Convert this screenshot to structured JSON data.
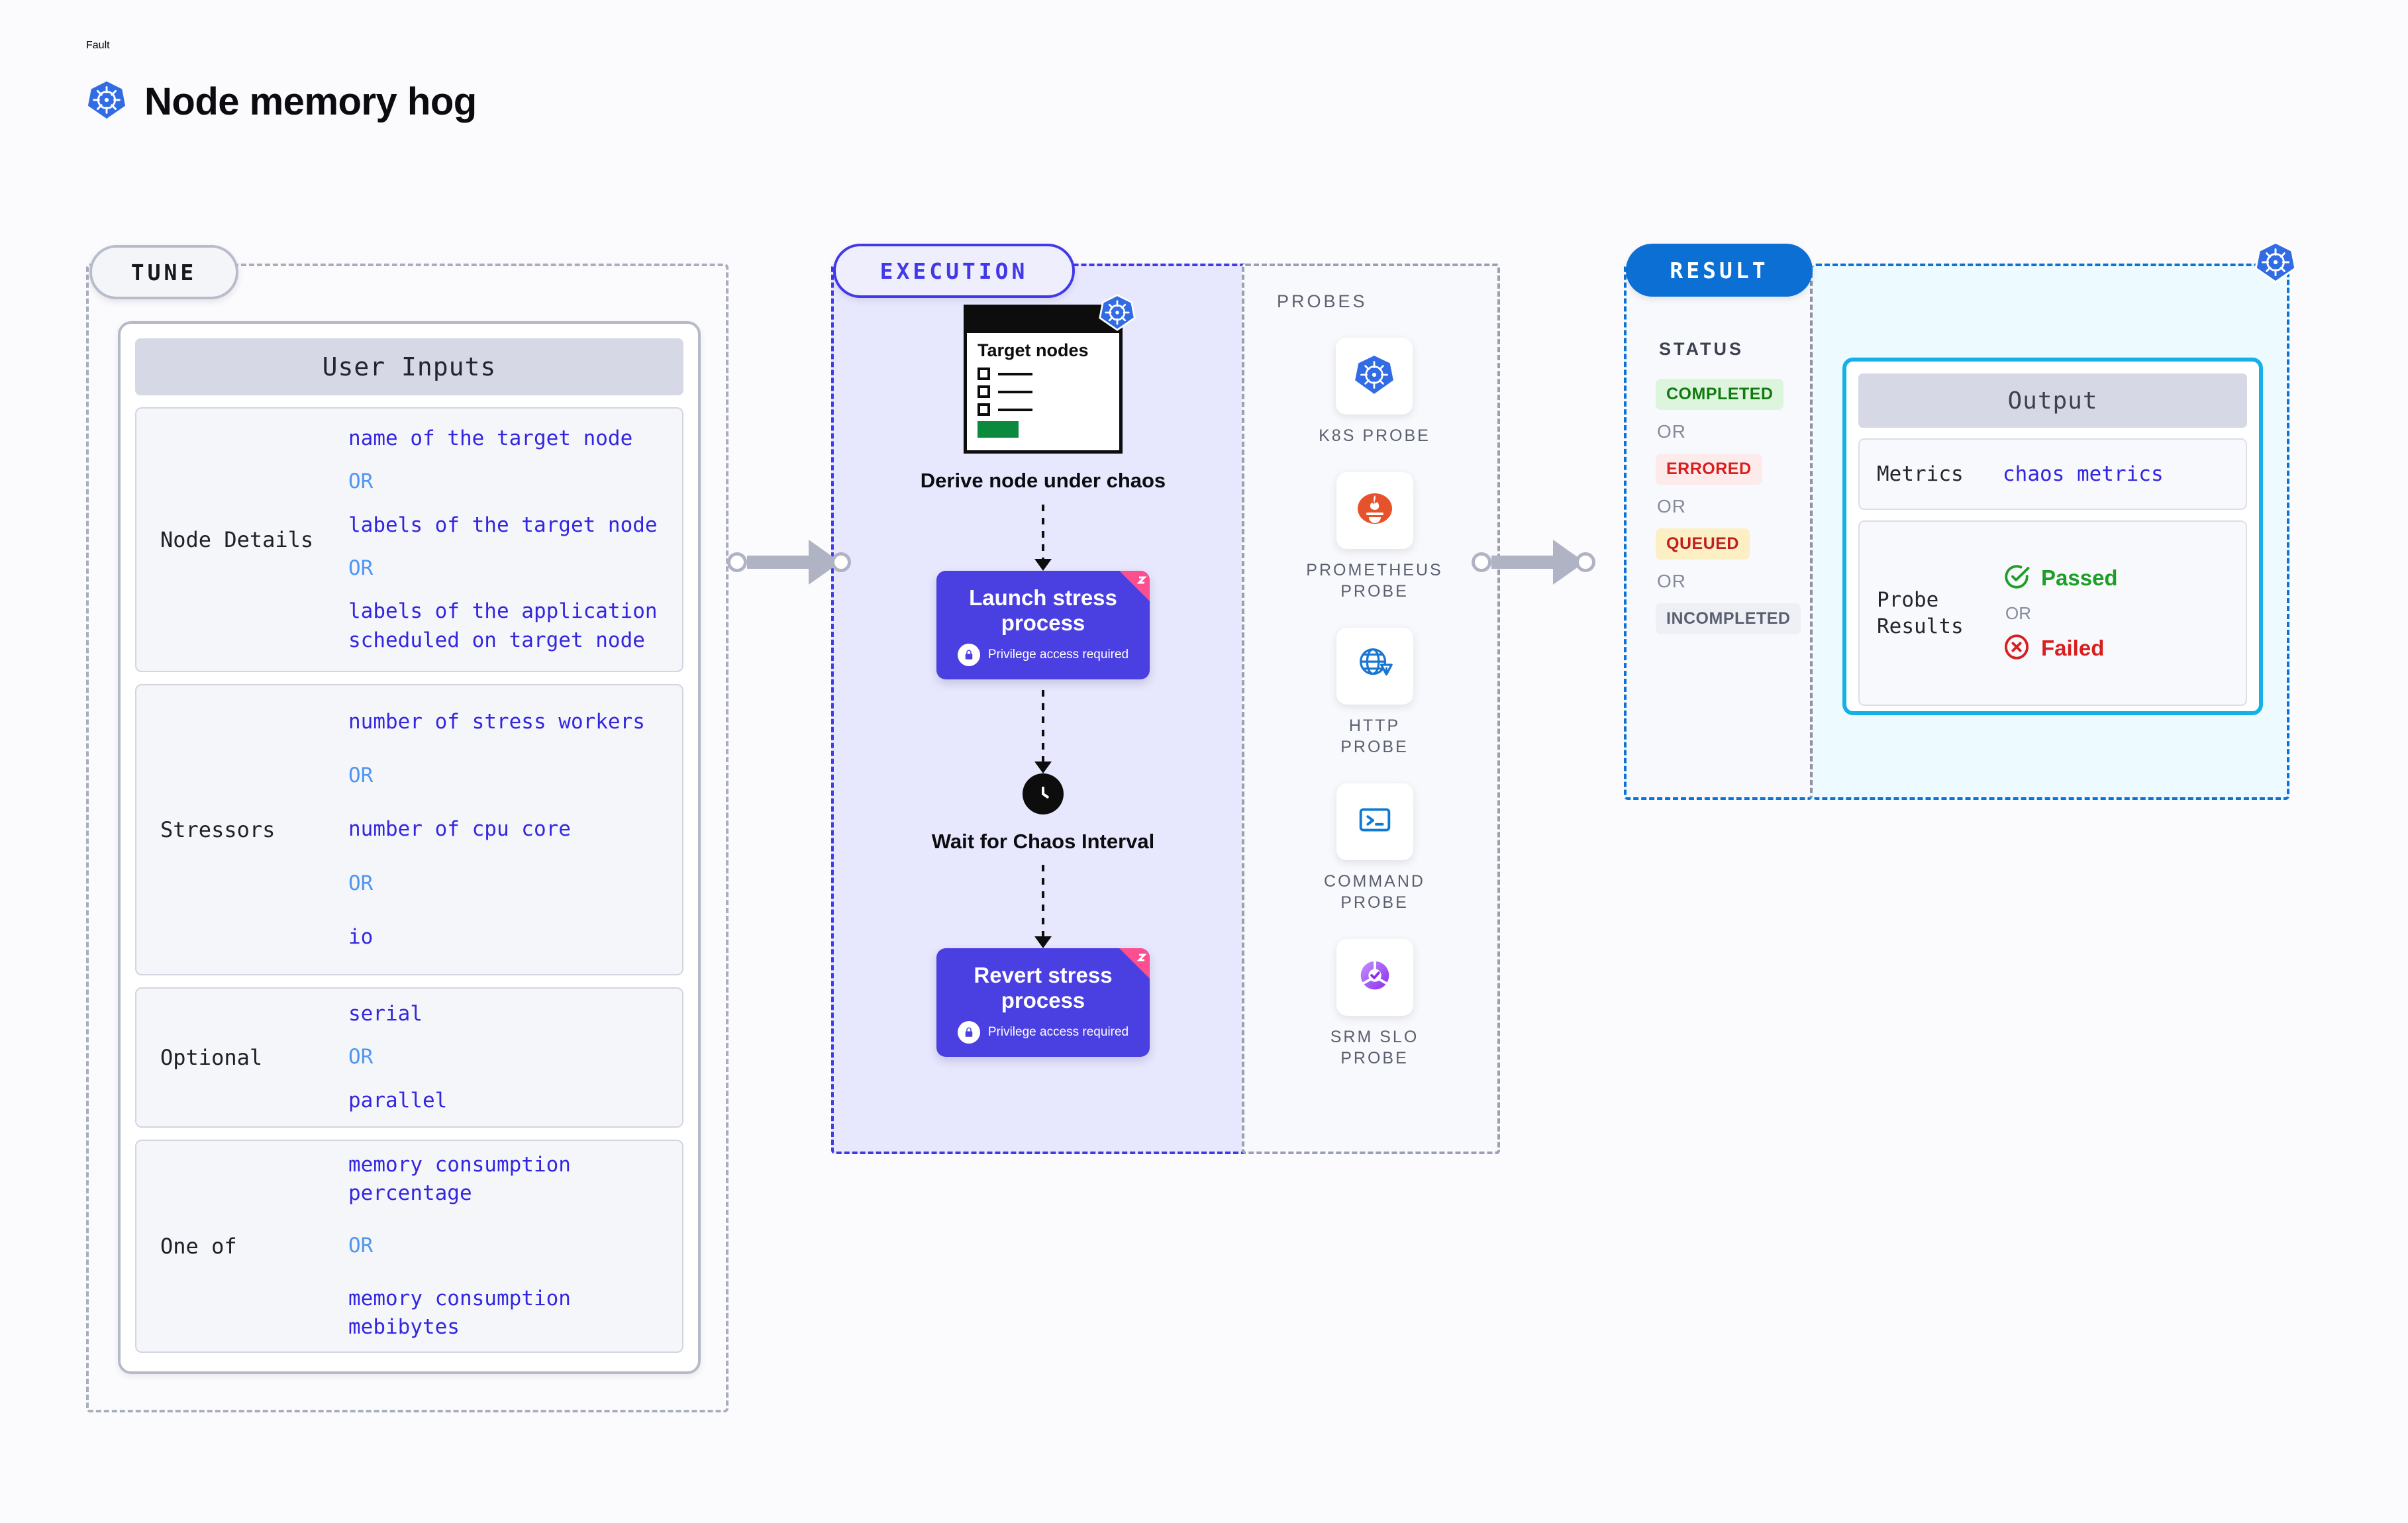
{
  "header": {
    "kicker": "Fault",
    "title": "Node memory hog",
    "icon": "kubernetes-icon"
  },
  "stages": {
    "tune": "TUNE",
    "execution": "EXECUTION",
    "result": "RESULT"
  },
  "tune": {
    "card_title": "User Inputs",
    "or_text": "OR",
    "rows": [
      {
        "label": "Node Details",
        "values": [
          "name of the target node",
          "labels of the target node",
          "labels of the application\n scheduled on target node"
        ]
      },
      {
        "label": "Stressors",
        "values": [
          "number of stress workers",
          "number of cpu core",
          "io"
        ]
      },
      {
        "label": "Optional",
        "values": [
          "serial",
          "parallel"
        ]
      },
      {
        "label": "One of",
        "values": [
          "memory consumption percentage",
          "memory consumption mebibytes"
        ]
      }
    ]
  },
  "execution": {
    "target_card": {
      "title": "Target nodes",
      "icon": "kubernetes-icon"
    },
    "steps": [
      {
        "caption": "Derive node under chaos"
      },
      {
        "title": "Launch stress process",
        "sub": "Privilege access required",
        "icon": "lock-icon",
        "badge": "harness-ribbon"
      },
      {
        "caption": "Wait for Chaos Interval",
        "icon": "clock-icon"
      },
      {
        "title": "Revert stress process",
        "sub": "Privilege access required",
        "icon": "lock-icon",
        "badge": "harness-ribbon"
      }
    ]
  },
  "probes": {
    "label": "PROBES",
    "items": [
      {
        "name": "K8S PROBE",
        "icon": "kubernetes-icon"
      },
      {
        "name": "PROMETHEUS PROBE",
        "icon": "prometheus-icon"
      },
      {
        "name": "HTTP PROBE",
        "icon": "globe-warning-icon"
      },
      {
        "name": "COMMAND PROBE",
        "icon": "terminal-icon"
      },
      {
        "name": "SRM SLO PROBE",
        "icon": "srm-slo-icon"
      }
    ]
  },
  "result": {
    "status_label": "STATUS",
    "or_text": "OR",
    "statuses": [
      {
        "text": "COMPLETED",
        "bg": "#ddf5dd",
        "fg": "#107a10"
      },
      {
        "text": "ERRORED",
        "bg": "#fdeaea",
        "fg": "#d81f1f"
      },
      {
        "text": "QUEUED",
        "bg": "#fdefc4",
        "fg": "#c01f1f"
      },
      {
        "text": "INCOMPLETED",
        "bg": "#eff0f5",
        "fg": "#5b6070"
      }
    ],
    "output": {
      "title": "Output",
      "metrics_label": "Metrics",
      "metrics_value": "chaos metrics",
      "probe_results_label": "Probe Results",
      "passed": "Passed",
      "failed": "Failed",
      "or_text": "OR",
      "passed_icon": "check-circle-icon",
      "failed_icon": "x-circle-icon"
    },
    "corner_icon": "kubernetes-icon"
  },
  "colors": {
    "accent_purple": "#4338e8",
    "accent_blue": "#0b6fd4",
    "link_blue": "#3326e0",
    "or_blue": "#4f96f2",
    "cyan": "#14b0e8",
    "pink": "#fb4f8f"
  }
}
